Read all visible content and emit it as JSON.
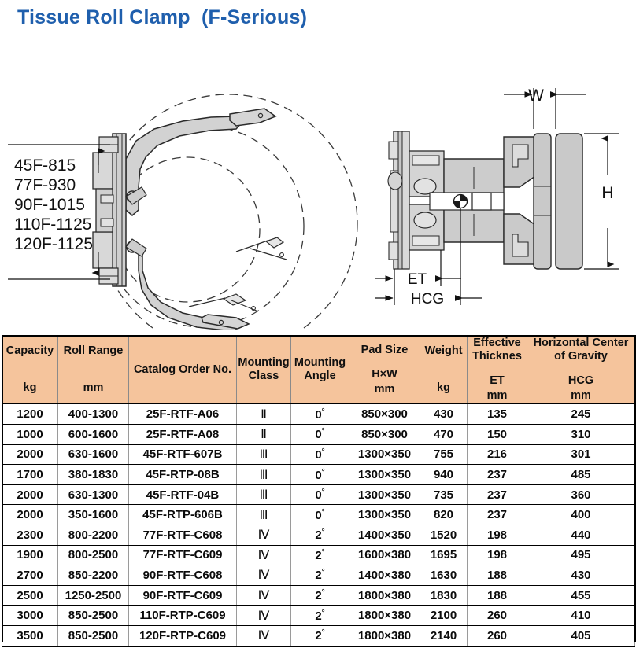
{
  "title": "Tissue Roll Clamp  (F-Serious)",
  "brand_color": "#1f5fad",
  "header_bg_color": "#f5c49c",
  "drawing": {
    "front_view": {
      "opening_labels": [
        "45F-815",
        "77F-930",
        "90F-1015",
        "110F-1125",
        "120F-1125"
      ]
    },
    "side_view": {
      "width_label": "W",
      "height_label": "H",
      "effective_thickness_label": "ET",
      "center_of_gravity_label": "HCG"
    }
  },
  "table": {
    "columns": [
      {
        "main": "Capacity",
        "sub": "",
        "unit": "kg"
      },
      {
        "main": "Roll Range",
        "sub": "",
        "unit": "mm"
      },
      {
        "main": "Catalog Order No.",
        "sub": "",
        "unit": ""
      },
      {
        "main": "Mounting Class",
        "sub": "",
        "unit": ""
      },
      {
        "main": "Mounting Angle",
        "sub": "",
        "unit": ""
      },
      {
        "main": "Pad Size",
        "sub": "H×W",
        "unit": "mm"
      },
      {
        "main": "Weight",
        "sub": "",
        "unit": "kg"
      },
      {
        "main": "Effective Thicknes",
        "sub": "ET",
        "unit": "mm"
      },
      {
        "main": "Horizontal Center of Gravity",
        "sub": "HCG",
        "unit": "mm"
      }
    ],
    "rows": [
      {
        "capacity": "1200",
        "roll_range": "400-1300",
        "catalog": "25F-RTF-A06",
        "mounting_class": "Ⅱ",
        "mounting_angle": "0",
        "pad_size": "850×300",
        "weight": "430",
        "et": "135",
        "hcg": "245"
      },
      {
        "capacity": "1000",
        "roll_range": "600-1600",
        "catalog": "25F-RTF-A08",
        "mounting_class": "Ⅱ",
        "mounting_angle": "0",
        "pad_size": "850×300",
        "weight": "470",
        "et": "150",
        "hcg": "310"
      },
      {
        "capacity": "2000",
        "roll_range": "630-1600",
        "catalog": "45F-RTF-607B",
        "mounting_class": "Ⅲ",
        "mounting_angle": "0",
        "pad_size": "1300×350",
        "weight": "755",
        "et": "216",
        "hcg": "301"
      },
      {
        "capacity": "1700",
        "roll_range": "380-1830",
        "catalog": "45F-RTP-08B",
        "mounting_class": "Ⅲ",
        "mounting_angle": "0",
        "pad_size": "1300×350",
        "weight": "940",
        "et": "237",
        "hcg": "485"
      },
      {
        "capacity": "2000",
        "roll_range": "630-1300",
        "catalog": "45F-RTF-04B",
        "mounting_class": "Ⅲ",
        "mounting_angle": "0",
        "pad_size": "1300×350",
        "weight": "735",
        "et": "237",
        "hcg": "360"
      },
      {
        "capacity": "2000",
        "roll_range": "350-1600",
        "catalog": "45F-RTP-606B",
        "mounting_class": "Ⅲ",
        "mounting_angle": "0",
        "pad_size": "1300×350",
        "weight": "820",
        "et": "237",
        "hcg": "400"
      },
      {
        "capacity": "2300",
        "roll_range": "800-2200",
        "catalog": "77F-RTF-C608",
        "mounting_class": "Ⅳ",
        "mounting_angle": "2",
        "pad_size": "1400×350",
        "weight": "1520",
        "et": "198",
        "hcg": "440"
      },
      {
        "capacity": "1900",
        "roll_range": "800-2500",
        "catalog": "77F-RTF-C609",
        "mounting_class": "Ⅳ",
        "mounting_angle": "2",
        "pad_size": "1600×380",
        "weight": "1695",
        "et": "198",
        "hcg": "495"
      },
      {
        "capacity": "2700",
        "roll_range": "850-2200",
        "catalog": "90F-RTF-C608",
        "mounting_class": "Ⅳ",
        "mounting_angle": "2",
        "pad_size": "1400×380",
        "weight": "1630",
        "et": "188",
        "hcg": "430"
      },
      {
        "capacity": "2500",
        "roll_range": "1250-2500",
        "catalog": "90F-RTF-C609",
        "mounting_class": "Ⅳ",
        "mounting_angle": "2",
        "pad_size": "1800×380",
        "weight": "1830",
        "et": "188",
        "hcg": "455"
      },
      {
        "capacity": "3000",
        "roll_range": "850-2500",
        "catalog": "110F-RTP-C609",
        "mounting_class": "Ⅳ",
        "mounting_angle": "2",
        "pad_size": "1800×380",
        "weight": "2100",
        "et": "260",
        "hcg": "410"
      },
      {
        "capacity": "3500",
        "roll_range": "850-2500",
        "catalog": "120F-RTP-C609",
        "mounting_class": "Ⅳ",
        "mounting_angle": "2",
        "pad_size": "1800×380",
        "weight": "2140",
        "et": "260",
        "hcg": "405"
      }
    ]
  }
}
